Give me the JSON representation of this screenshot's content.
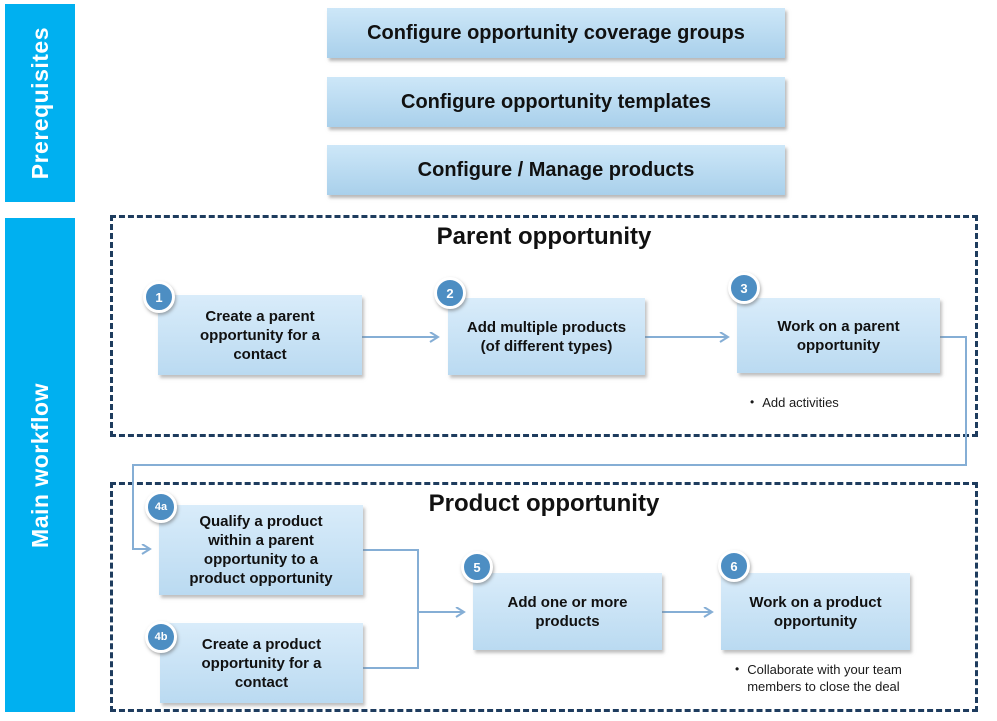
{
  "colors": {
    "rail_cyan": "#00b0f0",
    "dashed_border": "#1e3c5e",
    "badge_fill": "#4d8ec3",
    "connector": "#85aed5",
    "box_gradient_top": "#d9ecfa",
    "box_gradient_bottom": "#badaf1"
  },
  "sidebar": {
    "prerequisites_label": "Prerequisites",
    "main_workflow_label": "Main workflow"
  },
  "prerequisites": {
    "items": [
      {
        "label": "Configure opportunity coverage groups"
      },
      {
        "label": "Configure opportunity templates"
      },
      {
        "label": "Configure / Manage products"
      }
    ]
  },
  "parent_section": {
    "title": "Parent opportunity",
    "steps": [
      {
        "badge": "1",
        "label": "Create a parent opportunity for a contact"
      },
      {
        "badge": "2",
        "label": "Add multiple products (of different types)"
      },
      {
        "badge": "3",
        "label": "Work on a parent opportunity"
      }
    ],
    "notes": [
      {
        "bullet": "•",
        "text": "Add activities"
      }
    ]
  },
  "product_section": {
    "title": "Product opportunity",
    "steps": [
      {
        "badge": "4a",
        "label": "Qualify a product within a parent opportunity to a product opportunity"
      },
      {
        "badge": "4b",
        "label": "Create a product opportunity for a contact"
      },
      {
        "badge": "5",
        "label": "Add one or more products"
      },
      {
        "badge": "6",
        "label": "Work on a product opportunity"
      }
    ],
    "notes": [
      {
        "bullet": "•",
        "text": "Collaborate with your team members to close the deal"
      }
    ]
  }
}
